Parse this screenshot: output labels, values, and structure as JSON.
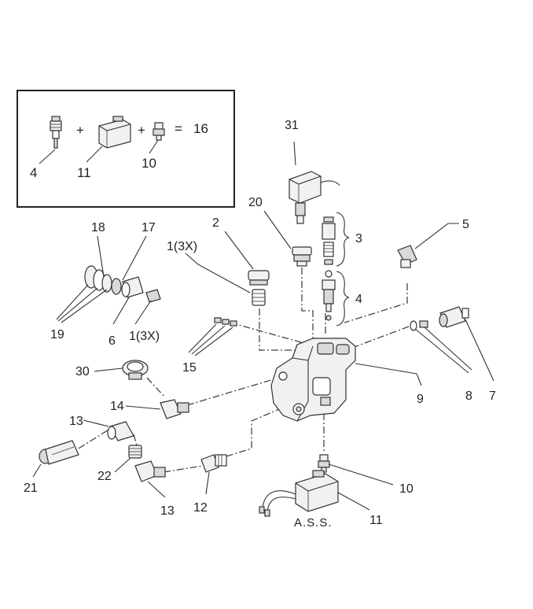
{
  "inset": {
    "items": [
      {
        "label": "4"
      },
      {
        "label": "11"
      },
      {
        "label": "10"
      }
    ],
    "plus_1": "+",
    "plus_2": "+",
    "equals": "=",
    "result": "16"
  },
  "callouts": {
    "p2": "2",
    "p20": "20",
    "p31": "31",
    "p3": "3",
    "p4": "4",
    "p5": "5",
    "p1_3x_top": "1(3X)",
    "p18": "18",
    "p17": "17",
    "p19": "19",
    "p6": "6",
    "p1_3x_bottom": "1(3X)",
    "p15": "15",
    "p30": "30",
    "p14": "14",
    "p13_top": "13",
    "p13_bottom": "13",
    "p21": "21",
    "p22": "22",
    "p12": "12",
    "p9": "9",
    "p8": "8",
    "p7": "7",
    "p10": "10",
    "p11": "11"
  },
  "caption": "A.S.S."
}
